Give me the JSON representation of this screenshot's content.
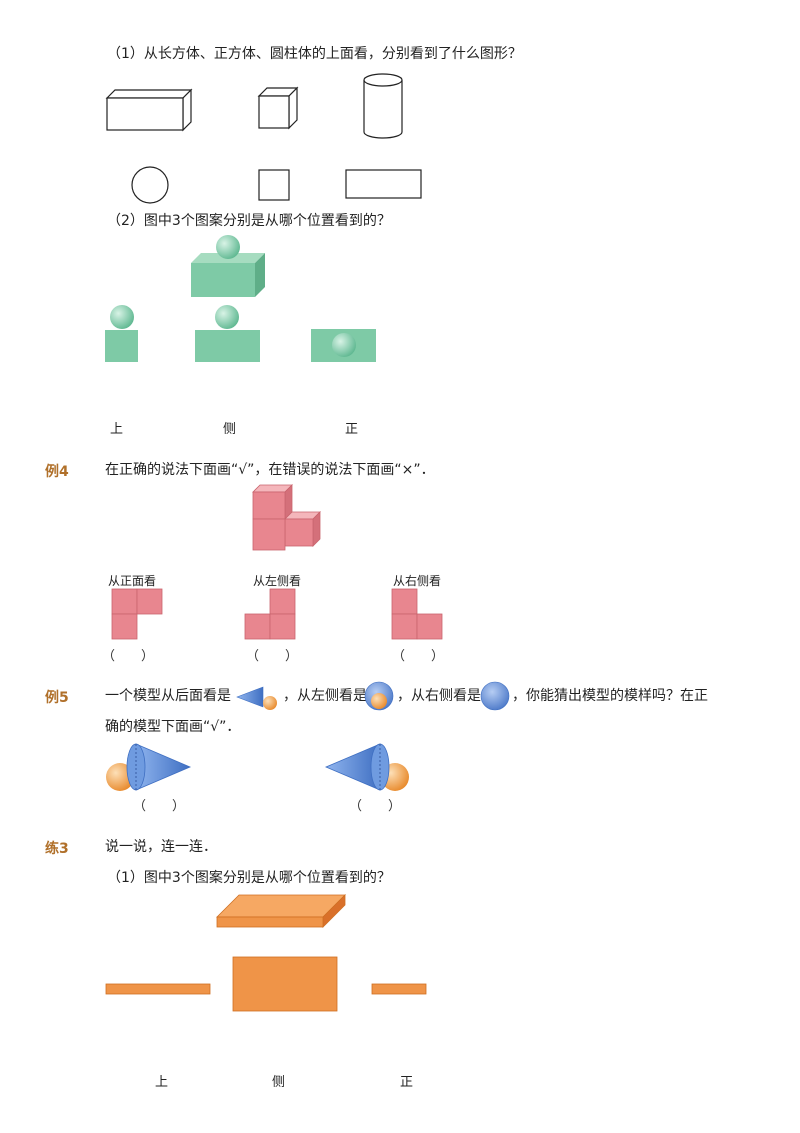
{
  "q1": {
    "title": "（1）从长方体、正方体、圆柱体的上面看，分别看到了什么图形？"
  },
  "q2": {
    "title": "（2）图中3个图案分别是从哪个位置看到的？",
    "positions": [
      "上",
      "侧",
      "正"
    ]
  },
  "ex4": {
    "label": "例4",
    "instruction": "在正确的说法下面画“√”，在错误的说法下面画“×”．",
    "views": [
      "从正面看",
      "从左侧看",
      "从右侧看"
    ],
    "answers": [
      "（　　）",
      "（　　）",
      "（　　）"
    ]
  },
  "ex5": {
    "label": "例5",
    "text_a": "一个模型从后面看是",
    "text_b": "，从左侧看是",
    "text_c": "，从右侧看是",
    "text_d": "，你能猜出模型的模样吗？在正",
    "line2": "确的模型下面画“√”．",
    "answers": [
      "（　　）",
      "（　　）"
    ]
  },
  "pr3": {
    "label": "练3",
    "instruction": "说一说，连一连．",
    "sub": "（1）图中3个图案分别是从哪个位置看到的？",
    "positions": [
      "上",
      "侧",
      "正"
    ]
  },
  "colors": {
    "label_brown": "#b0702a",
    "green_face": "#7ecaa6",
    "green_top": "#a6dcc0",
    "green_side": "#5fae88",
    "pink_face": "#e8868f",
    "orange_face": "#ef9448",
    "blue_cone": "#5f8fd6",
    "orange_ball": "#f2a44a"
  }
}
